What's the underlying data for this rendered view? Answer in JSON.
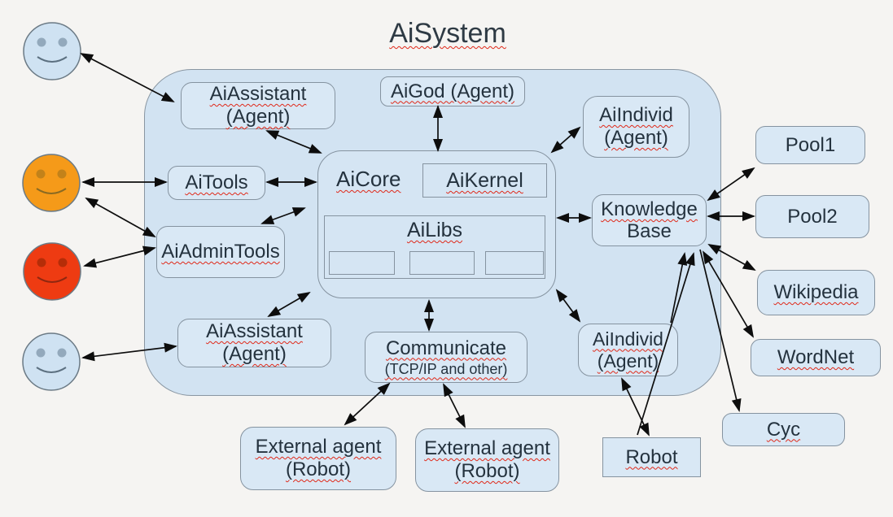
{
  "title": "AiSystem",
  "colors": {
    "background": "#f5f4f2",
    "container_fill": "#d2e3f2",
    "node_fill": "#d9e8f5",
    "node_border": "#8593a0",
    "text": "#24323e",
    "spellcheck_squiggle": "#e02818",
    "arrow": "#0d0d0d"
  },
  "nodes": {
    "ai_assistant_top": {
      "line1": "AiAssistant",
      "line2": "(Agent)"
    },
    "ai_god": {
      "line1": "AiGod (Agent)"
    },
    "ai_individ_top": {
      "line1": "AiIndivid",
      "line2": "(Agent)"
    },
    "ai_tools": {
      "line1": "AiTools"
    },
    "ai_core": {
      "label": "AiCore"
    },
    "ai_kernel": {
      "line1": "AiKernel"
    },
    "ai_libs": {
      "label": "AiLibs"
    },
    "ai_admin_tools": {
      "line1": "AiAdminTools"
    },
    "knowledge_base": {
      "line1": "Knowledge",
      "line2": "Base"
    },
    "ai_assistant_bottom": {
      "line1": "AiAssistant",
      "line2": "(Agent)"
    },
    "communicate": {
      "line1": "Communicate",
      "line2": "(TCP/IP and other)"
    },
    "ai_individ_bottom": {
      "line1": "AiIndivid",
      "line2": "(Agent)"
    },
    "pool1": {
      "line1": "Pool1"
    },
    "pool2": {
      "line1": "Pool2"
    },
    "wikipedia": {
      "line1": "Wikipedia"
    },
    "wordnet": {
      "line1": "WordNet"
    },
    "cyc": {
      "line1": "Cyc"
    },
    "external_agent_1": {
      "line1": "External agent",
      "line2": "(Robot)"
    },
    "external_agent_2": {
      "line1": "External agent",
      "line2": "(Robot)"
    },
    "robot": {
      "line1": "Robot"
    }
  },
  "smileys": {
    "top": {
      "face": "#cfe2f2",
      "eye": "#93a9bc",
      "mouth": "#5c7080"
    },
    "orange": {
      "face": "#f59a19",
      "eye": "#c2821a",
      "mouth": "#8a6a22"
    },
    "red": {
      "face": "#ee3b12",
      "eye": "#b52d08",
      "mouth": "#8f2710"
    },
    "bottom": {
      "face": "#cfe2f2",
      "eye": "#93a9bc",
      "mouth": "#5c7080"
    }
  },
  "connections": [
    {
      "from": "user-top",
      "to": "ai-assistant-top",
      "arrows": "both"
    },
    {
      "from": "ai-assistant-top",
      "to": "ai-core",
      "arrows": "both"
    },
    {
      "from": "ai-god",
      "to": "ai-core",
      "arrows": "both"
    },
    {
      "from": "ai-individ-top",
      "to": "ai-core",
      "arrows": "both"
    },
    {
      "from": "ai-tools",
      "to": "ai-core",
      "arrows": "both"
    },
    {
      "from": "user-orange",
      "to": "ai-tools",
      "arrows": "both"
    },
    {
      "from": "user-orange",
      "to": "ai-admin-tools",
      "arrows": "both"
    },
    {
      "from": "user-red",
      "to": "ai-admin-tools",
      "arrows": "both"
    },
    {
      "from": "ai-admin-tools",
      "to": "ai-core",
      "arrows": "both"
    },
    {
      "from": "user-bottom",
      "to": "ai-assistant-bottom",
      "arrows": "both"
    },
    {
      "from": "ai-assistant-bottom",
      "to": "ai-core",
      "arrows": "both"
    },
    {
      "from": "ai-core",
      "to": "communicate",
      "arrows": "both"
    },
    {
      "from": "ai-core",
      "to": "ai-individ-bottom",
      "arrows": "both"
    },
    {
      "from": "ai-core",
      "to": "knowledge-base",
      "arrows": "both"
    },
    {
      "from": "communicate",
      "to": "external-agent-1",
      "arrows": "both"
    },
    {
      "from": "communicate",
      "to": "external-agent-2",
      "arrows": "both"
    },
    {
      "from": "ai-individ-bottom",
      "to": "robot",
      "arrows": "both"
    },
    {
      "from": "knowledge-base",
      "to": "pool1",
      "arrows": "both"
    },
    {
      "from": "knowledge-base",
      "to": "pool2",
      "arrows": "both"
    },
    {
      "from": "knowledge-base",
      "to": "wikipedia",
      "arrows": "both"
    },
    {
      "from": "knowledge-base",
      "to": "wordnet",
      "arrows": "both"
    },
    {
      "from": "knowledge-base",
      "to": "cyc",
      "arrows": "end"
    },
    {
      "from": "ai-individ-bottom",
      "to": "knowledge-base",
      "arrows": "end"
    },
    {
      "from": "robot",
      "to": "knowledge-base",
      "arrows": "end"
    }
  ]
}
